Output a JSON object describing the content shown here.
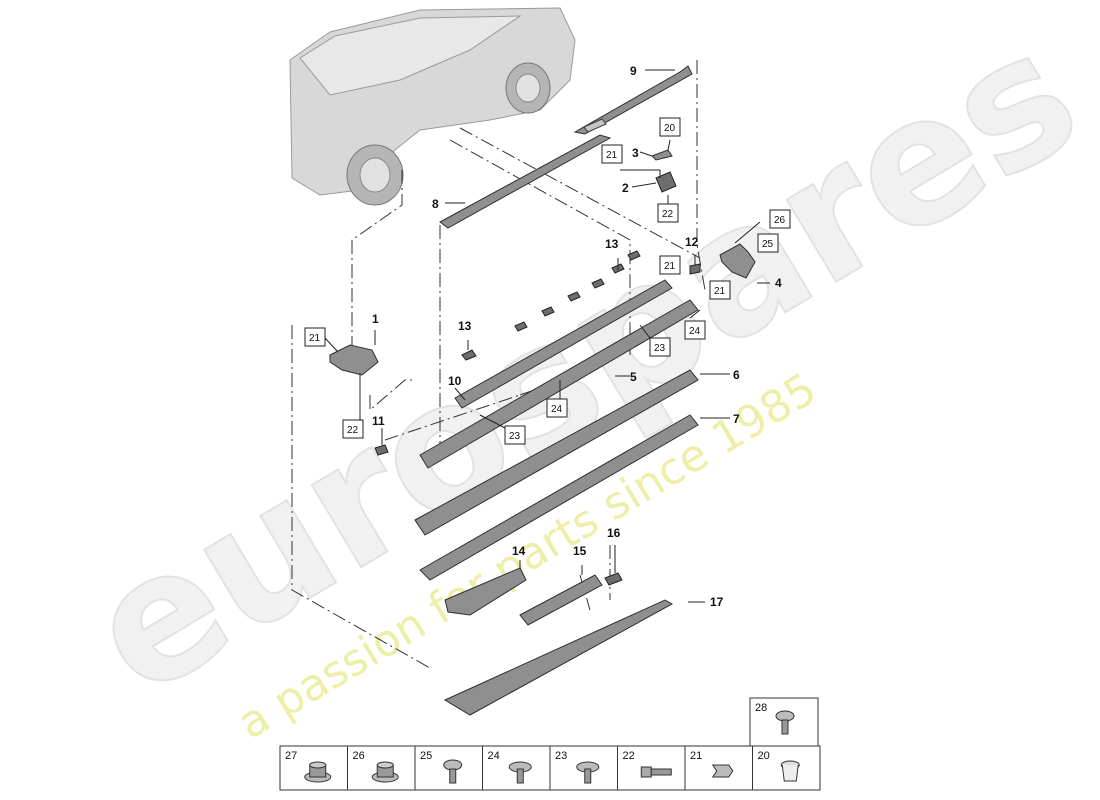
{
  "watermark": {
    "word": "eurospares",
    "tagline": "a passion for parts since 1985"
  },
  "callouts": [
    {
      "id": "c1",
      "text": "1"
    },
    {
      "id": "c2",
      "text": "2"
    },
    {
      "id": "c3",
      "text": "3"
    },
    {
      "id": "c4",
      "text": "4"
    },
    {
      "id": "c5",
      "text": "5"
    },
    {
      "id": "c6",
      "text": "6"
    },
    {
      "id": "c7",
      "text": "7"
    },
    {
      "id": "c8",
      "text": "8"
    },
    {
      "id": "c9",
      "text": "9"
    },
    {
      "id": "c10",
      "text": "10"
    },
    {
      "id": "c11",
      "text": "11"
    },
    {
      "id": "c12",
      "text": "12"
    },
    {
      "id": "c13a",
      "text": "13"
    },
    {
      "id": "c13b",
      "text": "13"
    },
    {
      "id": "c14",
      "text": "14"
    },
    {
      "id": "c15",
      "text": "15"
    },
    {
      "id": "c16",
      "text": "16"
    },
    {
      "id": "c17",
      "text": "17"
    }
  ],
  "boxed_refs": [
    {
      "id": "b20",
      "text": "20"
    },
    {
      "id": "b21a",
      "text": "21"
    },
    {
      "id": "b22a",
      "text": "22"
    },
    {
      "id": "b26",
      "text": "26"
    },
    {
      "id": "b25",
      "text": "25"
    },
    {
      "id": "b21b",
      "text": "21"
    },
    {
      "id": "b21c",
      "text": "21"
    },
    {
      "id": "b24a",
      "text": "24"
    },
    {
      "id": "b23a",
      "text": "23"
    },
    {
      "id": "b21d",
      "text": "21"
    },
    {
      "id": "b22b",
      "text": "22"
    },
    {
      "id": "b24b",
      "text": "24"
    },
    {
      "id": "b23b",
      "text": "23"
    }
  ],
  "fastener_table": {
    "top_cell": {
      "number": "28",
      "icon": "screw-icon"
    },
    "cells": [
      {
        "number": "27",
        "icon": "flange-nut-icon"
      },
      {
        "number": "26",
        "icon": "collar-nut-icon"
      },
      {
        "number": "25",
        "icon": "screw-icon"
      },
      {
        "number": "24",
        "icon": "washer-screw-icon"
      },
      {
        "number": "23",
        "icon": "washer-screw-icon"
      },
      {
        "number": "22",
        "icon": "bolt-icon"
      },
      {
        "number": "21",
        "icon": "clip-icon"
      },
      {
        "number": "20",
        "icon": "expansion-nut-icon"
      }
    ]
  }
}
